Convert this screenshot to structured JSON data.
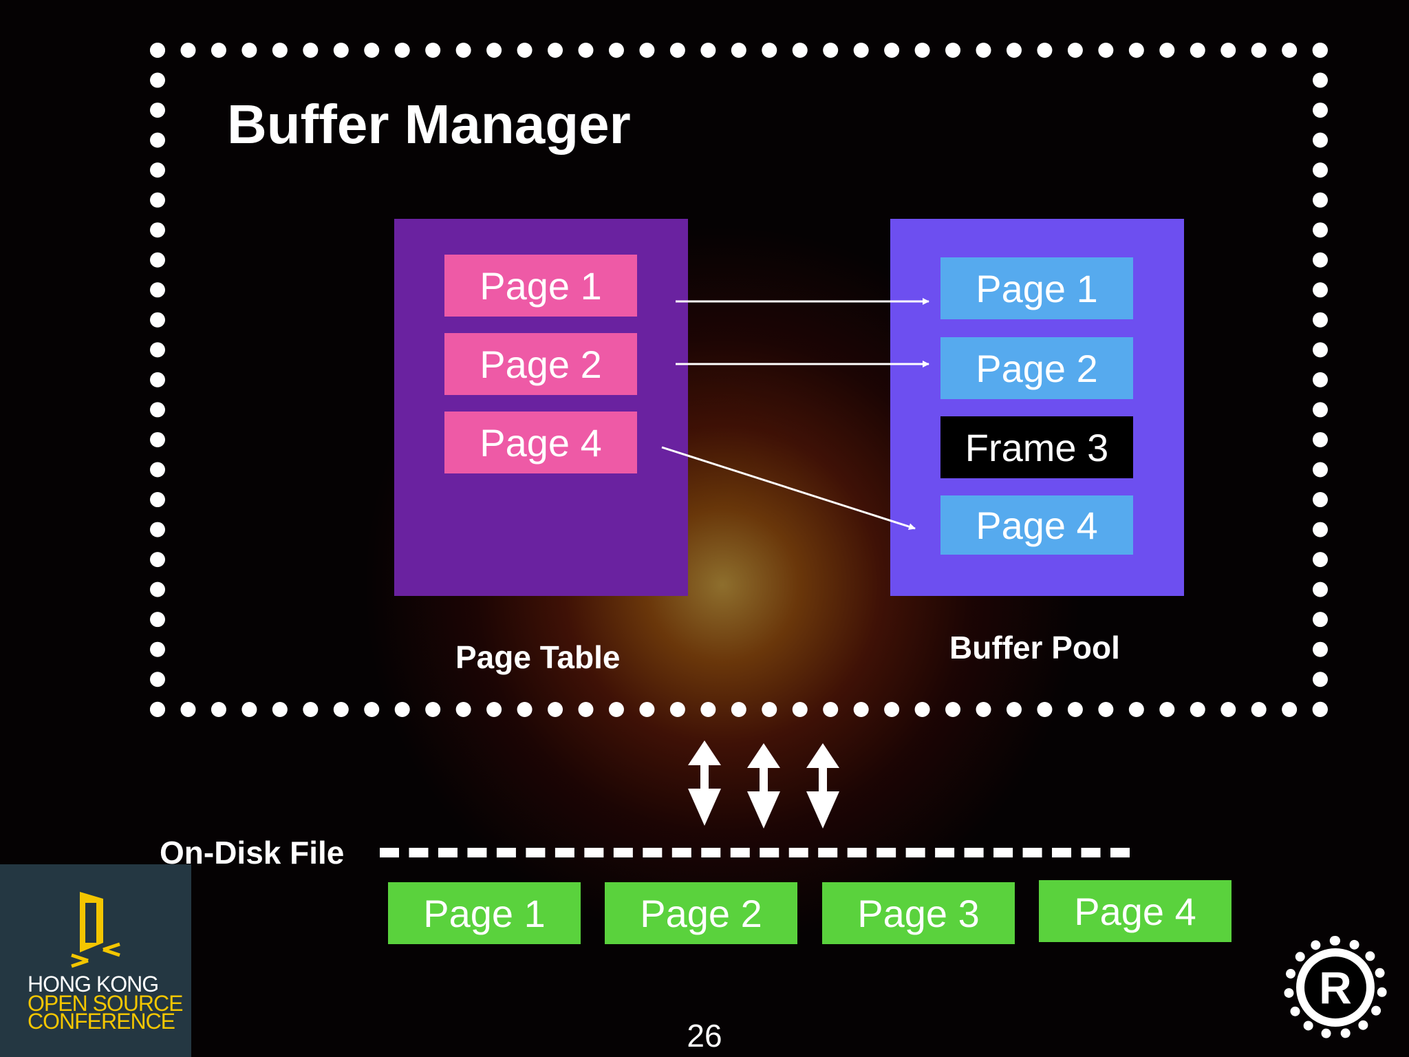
{
  "slide": {
    "title": "Buffer Manager",
    "page_number": "26"
  },
  "page_table": {
    "caption": "Page Table",
    "entries": [
      "Page 1",
      "Page 2",
      "Page 4"
    ]
  },
  "buffer_pool": {
    "caption": "Buffer Pool",
    "frames": [
      "Page 1",
      "Page 2",
      "Frame 3",
      "Page 4"
    ]
  },
  "on_disk": {
    "label": "On-Disk File",
    "pages": [
      "Page 1",
      "Page 2",
      "Page 3",
      "Page 4"
    ]
  },
  "logos": {
    "conference_line1": "HONG KONG",
    "conference_line2": "OPEN SOURCE",
    "conference_line3": "CONFERENCE",
    "rust_logo_letter": "R"
  },
  "colors": {
    "page_table_panel": "#6a22a0",
    "buffer_pool_panel": "#6d4ff0",
    "page_table_entry": "#ee5aa6",
    "buffer_pool_page": "#56aaee",
    "empty_frame": "#000000",
    "disk_page": "#5ad23d",
    "conference_yellow": "#f4c600"
  }
}
